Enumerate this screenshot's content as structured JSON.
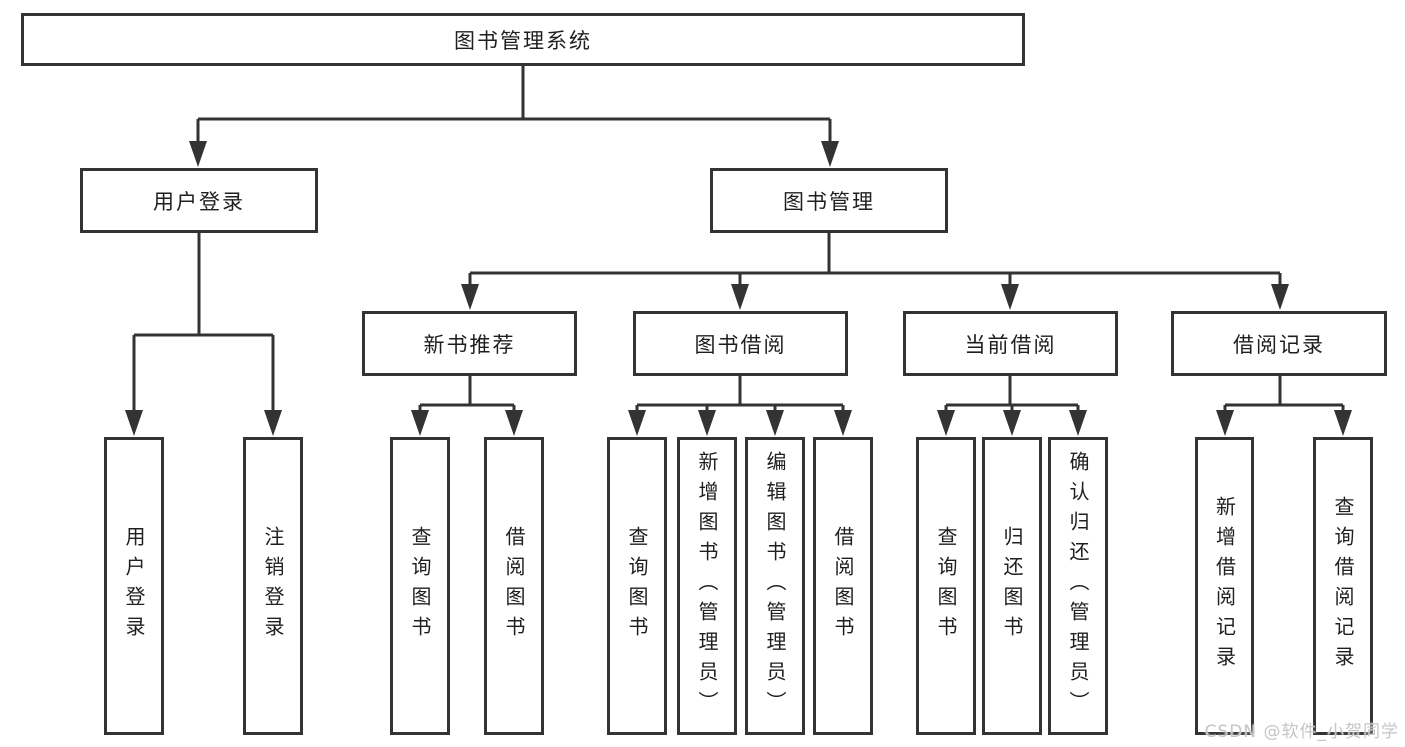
{
  "diagram": {
    "root": {
      "label": "图书管理系统"
    },
    "level2": [
      {
        "label": "用户登录"
      },
      {
        "label": "图书管理"
      }
    ],
    "level3": [
      {
        "label": "新书推荐"
      },
      {
        "label": "图书借阅"
      },
      {
        "label": "当前借阅"
      },
      {
        "label": "借阅记录"
      }
    ],
    "leaves": [
      {
        "label": "用户登录"
      },
      {
        "label": "注销登录"
      },
      {
        "label": "查询图书"
      },
      {
        "label": "借阅图书"
      },
      {
        "label": "查询图书"
      },
      {
        "label": "新增图书（管理员）"
      },
      {
        "label": "编辑图书（管理员）"
      },
      {
        "label": "借阅图书"
      },
      {
        "label": "查询图书"
      },
      {
        "label": "归还图书"
      },
      {
        "label": "确认归还（管理员）"
      },
      {
        "label": "新增借阅记录"
      },
      {
        "label": "查询借阅记录"
      }
    ]
  },
  "watermark": {
    "text": "CSDN @软件_小贺同学"
  },
  "colors": {
    "line": "#333333",
    "text": "#1f1f1f",
    "watermark": "#c5c5c5",
    "background": "#ffffff"
  }
}
